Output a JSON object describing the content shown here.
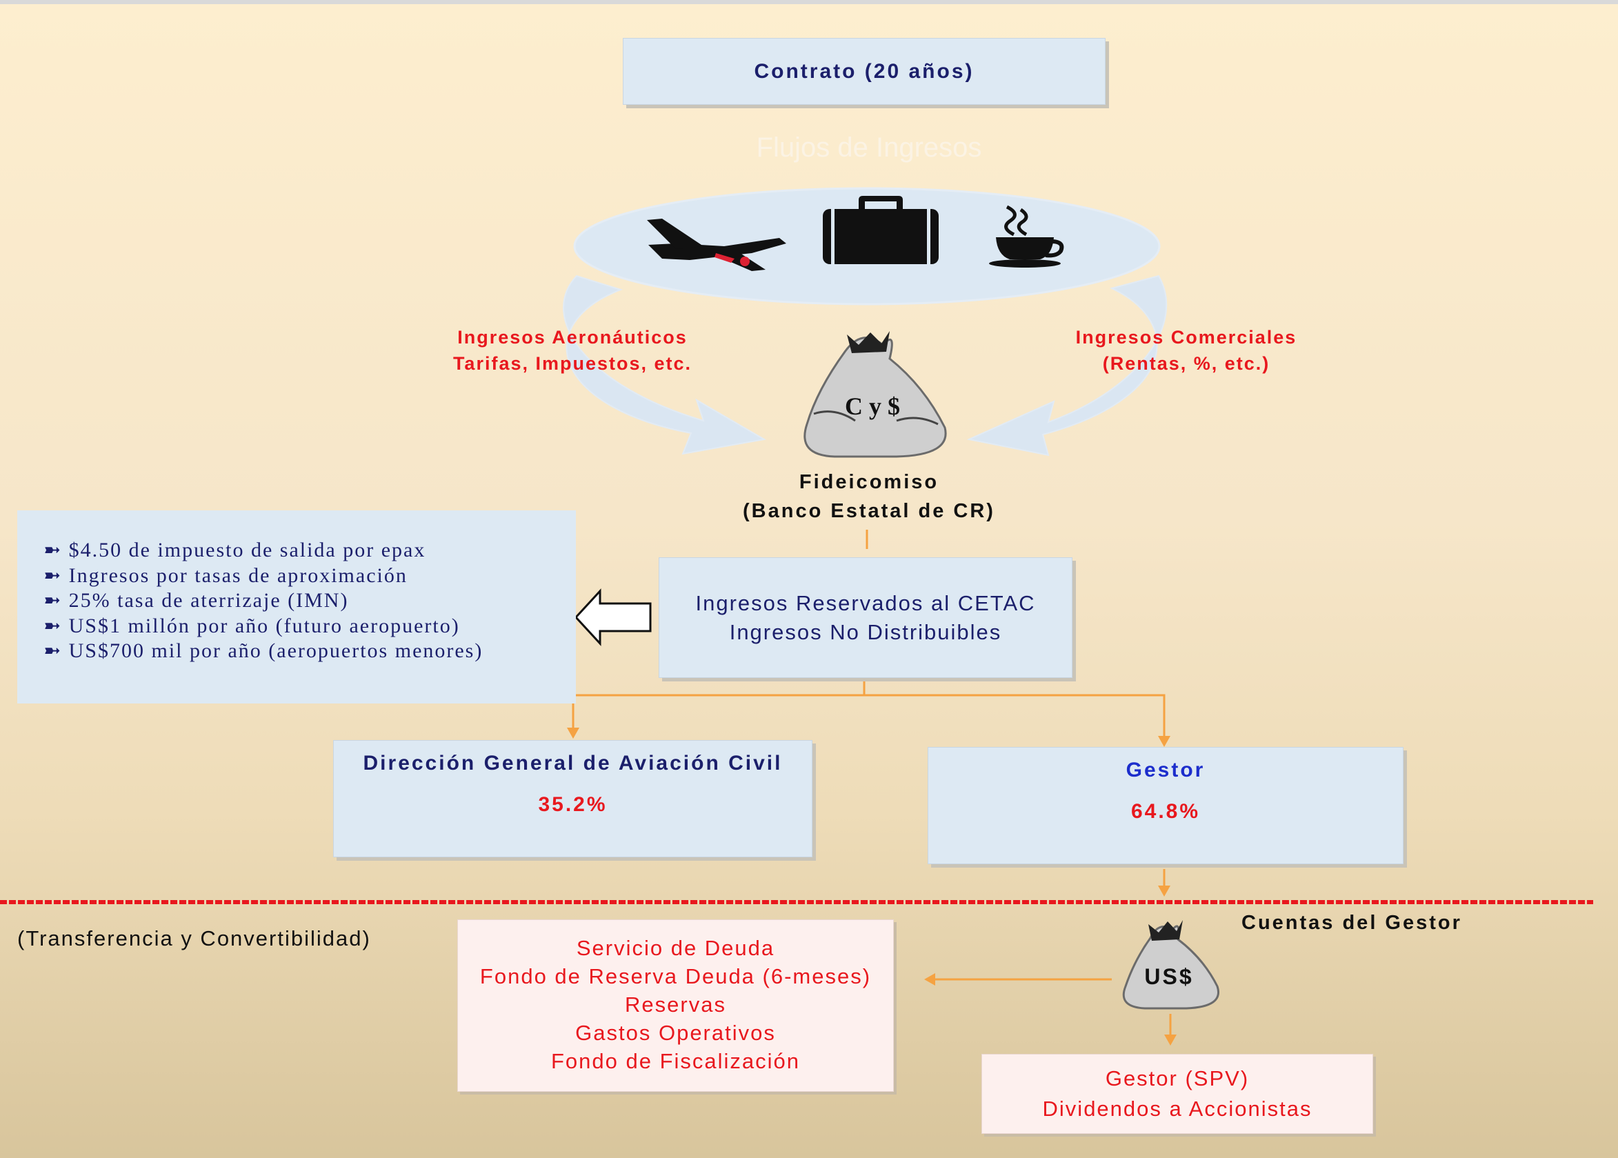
{
  "contract": {
    "label": "Contrato (20 años)"
  },
  "flows_title": "Flujos de Ingresos",
  "icons": [
    "airplane-icon",
    "suitcase-icon",
    "coffee-cup-icon",
    "money-bag-icon"
  ],
  "revenue": {
    "aero_line1": "Ingresos Aeronáuticos",
    "aero_line2": "Tarifas, Impuestos, etc.",
    "comm_line1": "Ingresos Comerciales",
    "comm_line2": "(Rentas, %, etc.)"
  },
  "bag_top_label": "C y $",
  "trust": {
    "line1": "Fideicomiso",
    "line2": "(Banco Estatal de CR)"
  },
  "reserved": {
    "line1": "Ingresos Reservados al CETAC",
    "line2": "Ingresos No Distribuibles"
  },
  "bullets": [
    "$4.50 de impuesto de salida por epax",
    "Ingresos por tasas de aproximación",
    "25% tasa de aterrizaje (IMN)",
    "US$1 millón por año (futuro aeropuerto)",
    "US$700 mil por año (aeropuertos menores)"
  ],
  "dgac": {
    "title": "Dirección General de Aviación Civil",
    "pct": "35.2%"
  },
  "gestor": {
    "title": "Gestor",
    "pct": "64.8%"
  },
  "transfer_label": "(Transferencia y Convertibilidad)",
  "accounts_label": "Cuentas del Gestor",
  "bag_bottom_label": "US$",
  "uses": [
    "Servicio de Deuda",
    "Fondo de Reserva Deuda (6-meses)",
    "Reservas",
    "Gastos Operativos",
    "Fondo de Fiscalización"
  ],
  "spv": {
    "line1": "Gestor (SPV)",
    "line2": "Dividendos a Accionistas"
  },
  "colors": {
    "orange": "#f5a242",
    "red": "#e8181e",
    "navy": "#1b1f6b",
    "blue": "#1c2ecc",
    "box": "#dde9f3"
  }
}
